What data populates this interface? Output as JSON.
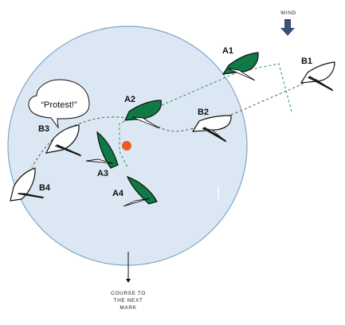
{
  "wind": {
    "label": "WIND",
    "icon": "down-arrow-icon"
  },
  "speech_bubble": {
    "text": "“Protest!”"
  },
  "course_note": {
    "lines": [
      "COURSE TO",
      "THE NEXT",
      "MARK"
    ]
  },
  "boats": {
    "A1": {
      "label": "A1",
      "team": "A"
    },
    "A2": {
      "label": "A2",
      "team": "A"
    },
    "A3": {
      "label": "A3",
      "team": "A"
    },
    "A4": {
      "label": "A4",
      "team": "A"
    },
    "B1": {
      "label": "B1",
      "team": "B"
    },
    "B2": {
      "label": "B2",
      "team": "B"
    },
    "B3": {
      "label": "B3",
      "team": "B"
    },
    "B4": {
      "label": "B4",
      "team": "B"
    }
  },
  "colors": {
    "team_a": "#0f7a45",
    "team_b": "#ffffff",
    "zone_fill": "#dbe8f3",
    "zone_stroke": "#7fa6c9",
    "mark": "#ee5a24",
    "track_a": "#2f8a5a",
    "track_b": "#555555",
    "wind_arrow": "#3d4f7a"
  }
}
